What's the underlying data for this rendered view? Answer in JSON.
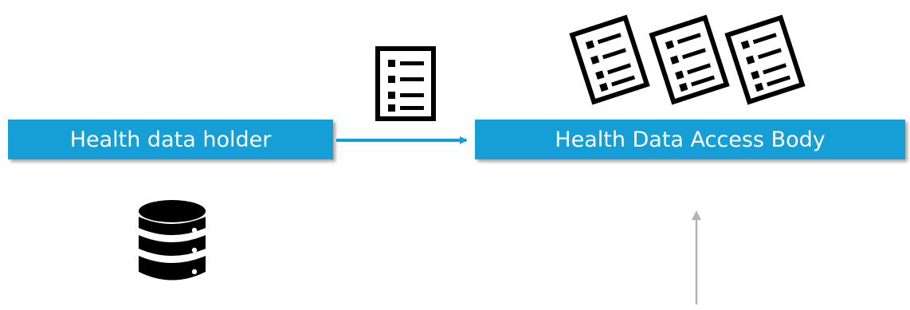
{
  "nodes": {
    "data_holder": {
      "label": "Health data holder",
      "icon": "database-icon"
    },
    "data_access_body": {
      "label": "Health Data Access Body",
      "icon": "documents-icon"
    }
  },
  "edges": [
    {
      "from": "data_holder",
      "to": "data_access_body",
      "icon": "document-list-icon"
    },
    {
      "from": "below",
      "to": "data_access_body"
    }
  ],
  "colors": {
    "box_fill": "#159fd6",
    "box_text": "#ffffff",
    "flow_arrow": "#159fd6",
    "secondary_arrow": "#b3b3b3",
    "icon": "#000000"
  }
}
